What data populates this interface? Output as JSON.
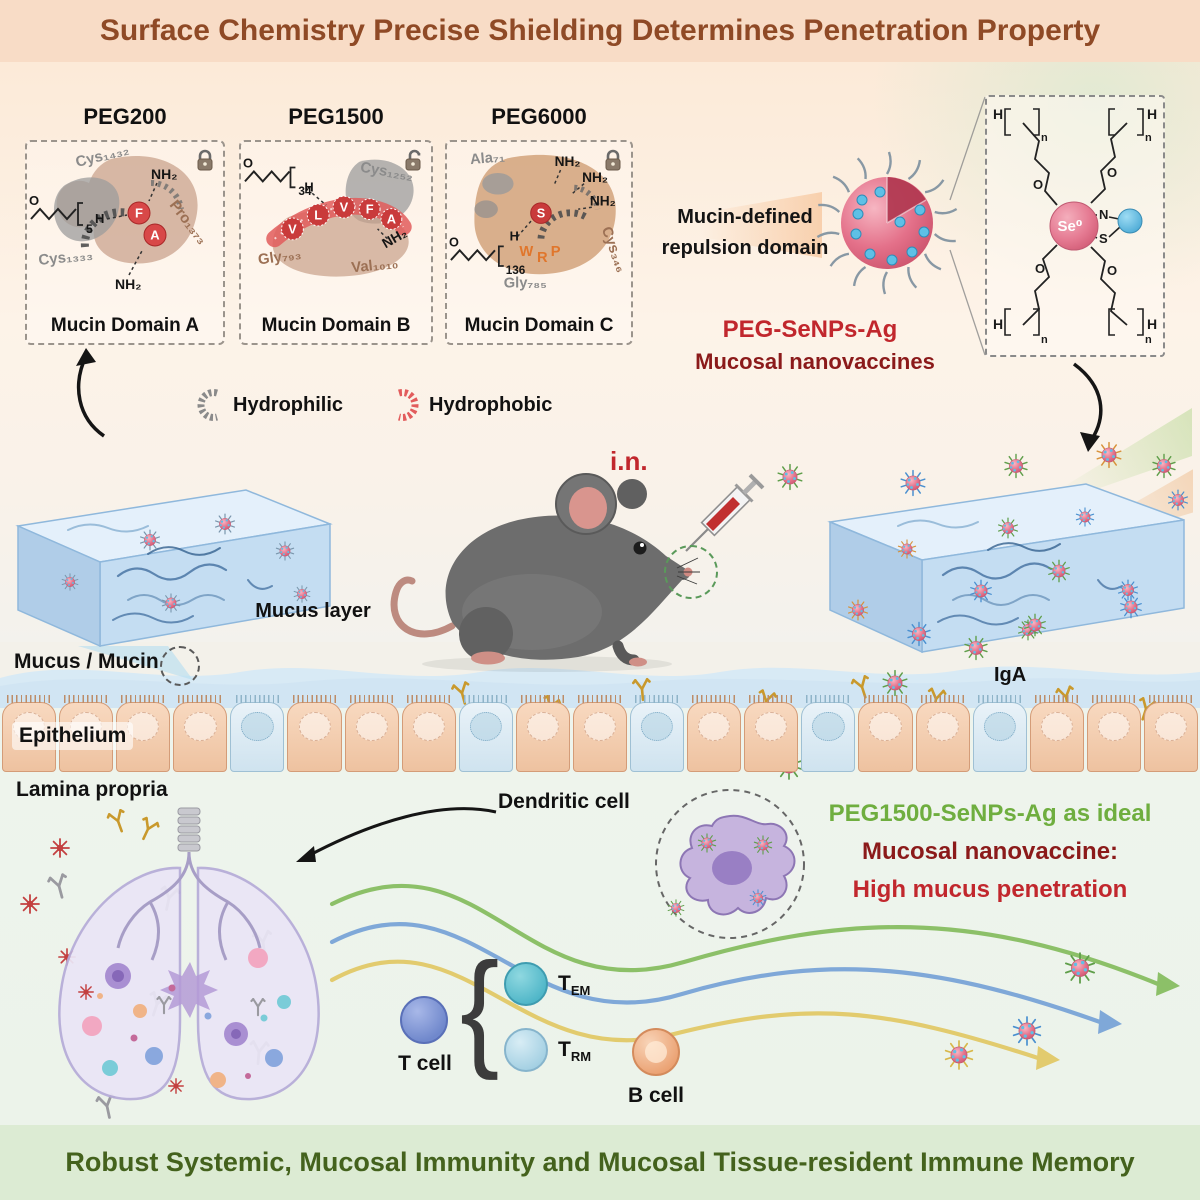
{
  "banners": {
    "top": "Surface Chemistry Precise Shielding Determines Penetration Property",
    "bottom": "Robust Systemic, Mucosal Immunity and Mucosal Tissue-resident Immune Memory"
  },
  "panels": [
    {
      "peg": "PEG200",
      "domain": "Mucin Domain A",
      "lock": "locked",
      "residue1": "Cys₁₄₃₂",
      "residue2": "Pro₁₃₇₃",
      "residue3": "Cys₁₃₃₃",
      "amine1": "NH₂",
      "amine2": "NH₂",
      "beads": [
        "F",
        "A"
      ],
      "repeat": "5",
      "o": "O",
      "h": "H"
    },
    {
      "peg": "PEG1500",
      "domain": "Mucin Domain B",
      "lock": "unlocked",
      "residue1": "Cys₁₂₅₂",
      "residue2": "Gly₇₉₃",
      "residue3": "Val₁₀₁₀",
      "amine1": "NH₂",
      "beads": [
        "V",
        "L",
        "V",
        "F",
        "A"
      ],
      "repeat": "34",
      "o": "O",
      "h": "H"
    },
    {
      "peg": "PEG6000",
      "domain": "Mucin Domain C",
      "lock": "locked",
      "residue1": "Ala₇₁",
      "residue2": "Cys₃₄₆",
      "residue3": "Gly₇₈₅",
      "amine1": "NH₂",
      "amine2": "NH₂",
      "amine3": "NH₂",
      "beads": [
        "S",
        "W",
        "R",
        "P"
      ],
      "repeat": "136",
      "o": "O",
      "h": "H"
    }
  ],
  "legend": {
    "hydrophilic": "Hydrophilic",
    "hydrophobic": "Hydrophobic"
  },
  "repulsion": {
    "line1": "Mucin-defined",
    "line2": "repulsion domain"
  },
  "vaccine": {
    "line1": "PEG-SeNPs-Ag",
    "line2": "Mucosal nanovaccines"
  },
  "structure": {
    "se": "Se⁰",
    "n_atom": "N",
    "s_atom": "S",
    "o_atom": "O",
    "h_atom": "H",
    "sub_n": "n"
  },
  "mid": {
    "in_route": "i.n.",
    "mucus_layer": "Mucus layer",
    "mucus_mucin": "Mucus / Mucin",
    "iga": "IgA",
    "epithelium": "Epithelium",
    "lamina_propria": "Lamina propria"
  },
  "bottom": {
    "dendritic": "Dendritic cell",
    "ideal_line1": "PEG1500-SeNPs-Ag as ideal",
    "ideal_line2": "Mucosal nanovaccine:",
    "ideal_line3": "High mucus penetration",
    "t_cell": "T cell",
    "b_cell": "B cell",
    "t_sym": "T",
    "tem_sub": "EM",
    "trm_sub": "RM",
    "brace": "{"
  },
  "colors": {
    "accent_red": "#c1272d",
    "accent_dark_red": "#8b1a1a",
    "accent_green": "#6fae3f",
    "title_brown": "#8f4a26",
    "banner_green_text": "#44621d",
    "banner_top_bg": "#f8dcc6",
    "banner_bottom_bg": "#dcebd3",
    "mucus_blue": "#c4ddf2",
    "nanoparticle_pink": "#e2738c",
    "silver_blue": "#5ec0e6"
  }
}
